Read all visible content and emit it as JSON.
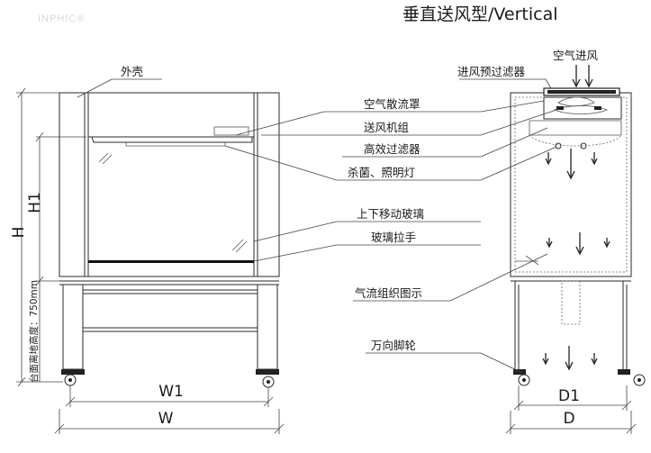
{
  "watermark": "INPHIC®",
  "title": "垂直送风型/Vertical",
  "labels": {
    "shell": "外壳",
    "diffuser": "空气散流罩",
    "fan": "送风机组",
    "hepa": "高效过滤器",
    "lamp": "杀菌、照明灯",
    "glass": "上下移动玻璃",
    "handle": "玻璃拉手",
    "airflow": "气流组织图示",
    "caster": "万向脚轮",
    "air_in": "空气进风",
    "prefilter": "进风预过滤器"
  },
  "dimensions": {
    "H": "H",
    "H1": "H1",
    "table_height": "台面离地高度：750mm",
    "W1": "W1",
    "W": "W",
    "D1": "D1",
    "D": "D"
  },
  "colors": {
    "line": "#2a2a2a",
    "text": "#1a1a1a",
    "watermark": "#d8d8d8"
  }
}
